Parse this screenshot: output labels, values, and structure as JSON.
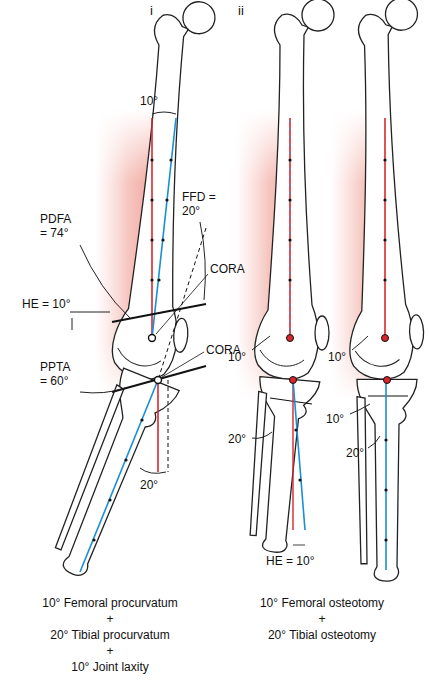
{
  "diagram": {
    "labels": [
      "i",
      "ii",
      "10°",
      "PDFA = 74°",
      "FFD = 20°",
      "CORA",
      "HE = 10°",
      "CORA",
      "PPTA = 60°",
      "20°",
      "10°",
      "20°",
      "HE = 10°",
      "10°",
      "10°",
      "20°",
      "10° Femoral procurvatum",
      "+",
      "20° Tibial procurvatum",
      "+",
      "10° Joint laxity",
      "10° Femoral osteotomy",
      "+",
      "20° Tibial osteotomy"
    ]
  }
}
